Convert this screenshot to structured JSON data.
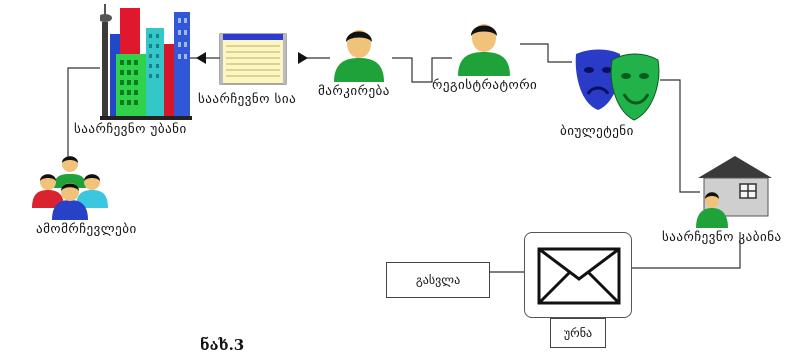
{
  "labels": {
    "polling_station": "საარჩევნო უბანი",
    "voter_list": "საარჩევნო სია",
    "marking": "მარკირება",
    "registrar": "რეგისტრატორი",
    "ballots": "ბიულეტენი",
    "voters": "ამომრჩევლები",
    "voting_booth": "საარჩევნო კაბინა",
    "exit": "გასვლა",
    "ballot_box": "ურნა"
  },
  "caption": "ნახ.3",
  "colors": {
    "person_green": "#1fa23a",
    "person_dark": "#0e6b1f",
    "line": "#333333",
    "mask_blue": "#2a3bc8",
    "mask_green": "#21b24a",
    "house_roof": "#3a3a3a",
    "house_wall": "#cfcfcf"
  },
  "icons": [
    "city-buildings-icon",
    "list-document-icon",
    "person-icon",
    "theater-masks-icon",
    "voters-group-icon",
    "house-booth-icon",
    "envelope-icon"
  ]
}
